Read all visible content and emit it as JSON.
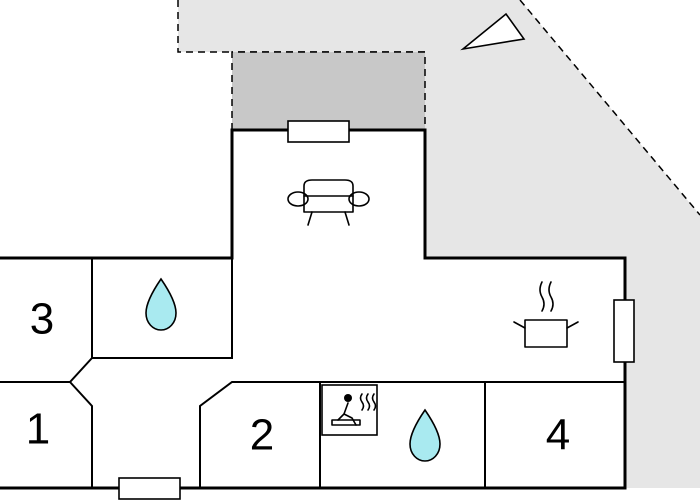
{
  "floorplan": {
    "rooms": [
      {
        "id": "room-1",
        "label": "1"
      },
      {
        "id": "room-2",
        "label": "2"
      },
      {
        "id": "room-3",
        "label": "3"
      },
      {
        "id": "room-4",
        "label": "4"
      }
    ],
    "icons": {
      "sofa": "sofa-icon",
      "cooking_pot": "cooking-pot-icon",
      "water_drop": "water-drop-icon",
      "sauna": "sauna-icon",
      "compass": "north-arrow-icon"
    },
    "colors": {
      "terrace_fill": "#e6e6e6",
      "covered_terrace_fill": "#c8c8c8",
      "water_drop_fill": "#a9eaf0",
      "wall": "#000000",
      "window_fill": "#ffffff"
    }
  }
}
